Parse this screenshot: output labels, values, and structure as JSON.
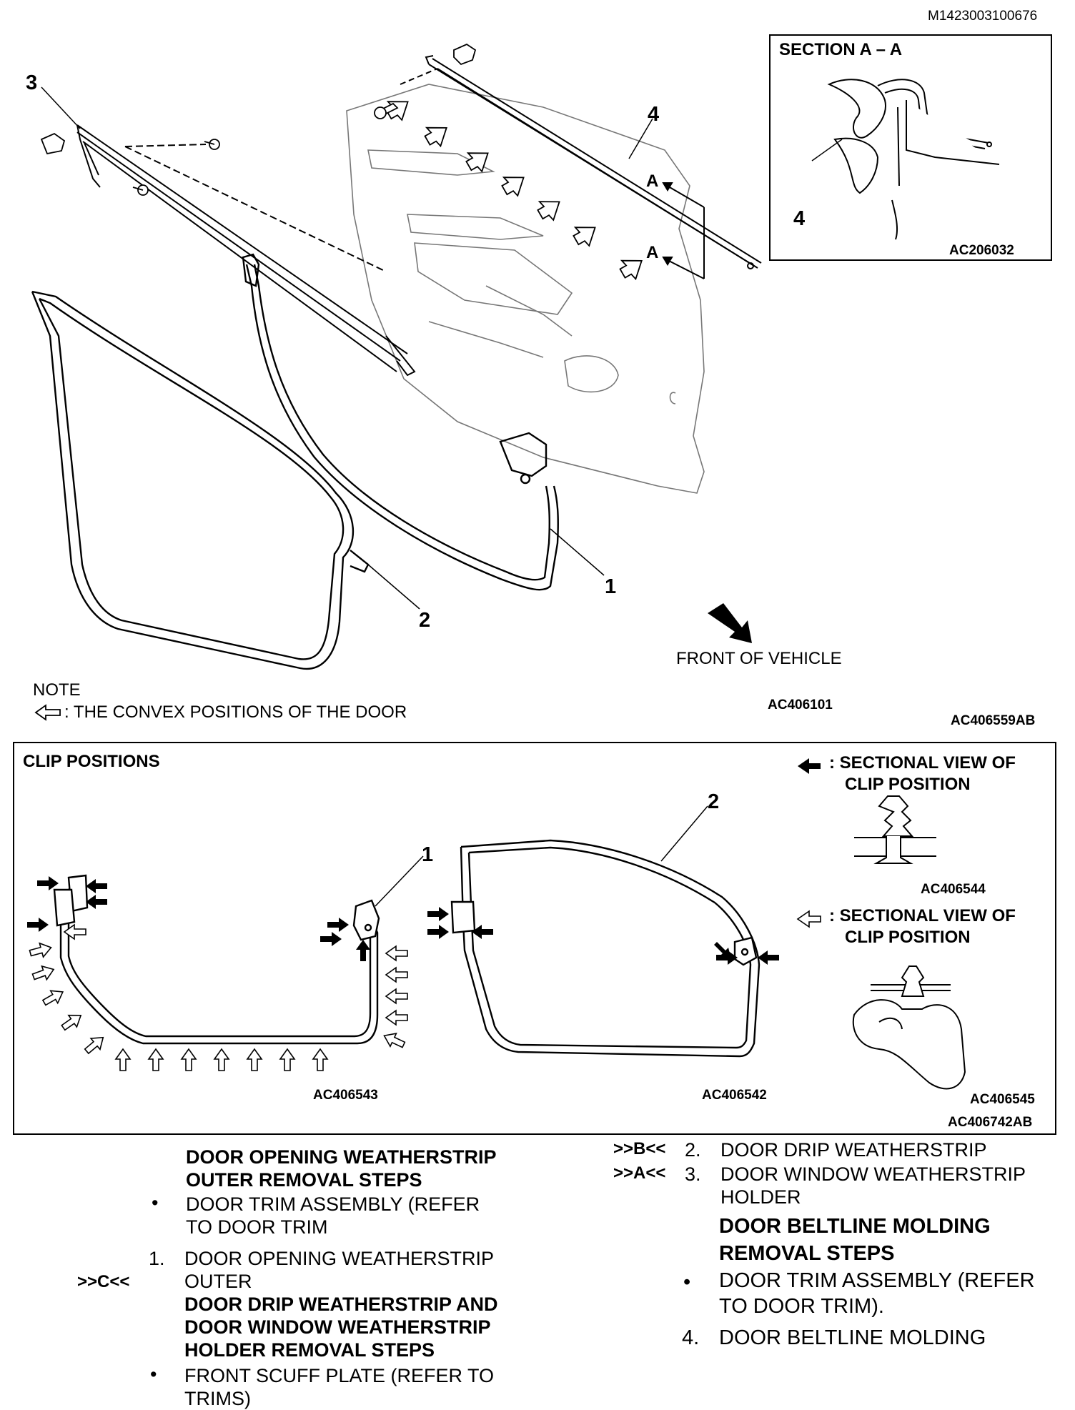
{
  "doc_id": "M1423003100676",
  "section_aa": {
    "title": "SECTION A – A",
    "callout": "4",
    "fig_id": "AC206032"
  },
  "main_diagram": {
    "callouts": {
      "c1": "1",
      "c2": "2",
      "c3": "3",
      "c4": "4"
    },
    "section_marks": {
      "upper": "A",
      "lower": "A"
    },
    "front_label": "FRONT OF VEHICLE",
    "note_title": "NOTE",
    "note_text": ": THE CONVEX POSITIONS OF THE DOOR",
    "fig_id": "AC406101",
    "fig_id_ab": "AC406559AB"
  },
  "clip_positions": {
    "title": "CLIP POSITIONS",
    "legend_black": "SECTIONAL VIEW OF CLIP POSITION",
    "legend_black_l1": ": SECTIONAL VIEW OF",
    "legend_black_l2": "CLIP POSITION",
    "legend_white_l1": ": SECTIONAL VIEW OF",
    "legend_white_l2": "CLIP POSITION",
    "callout_1": "1",
    "callout_2": "2",
    "fig_left": "AC406543",
    "fig_mid": "AC406542",
    "fig_clip_top": "AC406544",
    "fig_clip_bottom": "AC406545",
    "fig_ab": "AC406742AB"
  },
  "steps_left": {
    "heading1_l1": "DOOR OPENING WEATHERSTRIP",
    "heading1_l2": "OUTER REMOVAL STEPS",
    "bullet1_l1": "DOOR TRIM ASSEMBLY (REFER",
    "bullet1_l2": "TO DOOR TRIM",
    "step1_num": "1.",
    "step1_l1": "DOOR OPENING WEATHERSTRIP",
    "step1_mark": ">>C<<",
    "step1_l2": "OUTER",
    "heading2_l1": "DOOR DRIP WEATHERSTRIP AND",
    "heading2_l2": "DOOR WINDOW WEATHERSTRIP",
    "heading2_l3": "HOLDER REMOVAL STEPS",
    "bullet2_l1": "FRONT SCUFF PLATE (REFER TO",
    "bullet2_l2": "TRIMS)"
  },
  "steps_right": {
    "step2_mark": ">>B<<",
    "step2_num": "2.",
    "step2_text": "DOOR DRIP WEATHERSTRIP",
    "step3_mark": ">>A<<",
    "step3_num": "3.",
    "step3_l1": "DOOR WINDOW WEATHERSTRIP",
    "step3_l2": "HOLDER",
    "heading_l1": "DOOR BELTLINE MOLDING",
    "heading_l2": "REMOVAL STEPS",
    "bullet_l1": "DOOR TRIM ASSEMBLY (REFER",
    "bullet_l2": "TO DOOR TRIM).",
    "step4_num": "4.",
    "step4_text": "DOOR BELTLINE MOLDING"
  }
}
